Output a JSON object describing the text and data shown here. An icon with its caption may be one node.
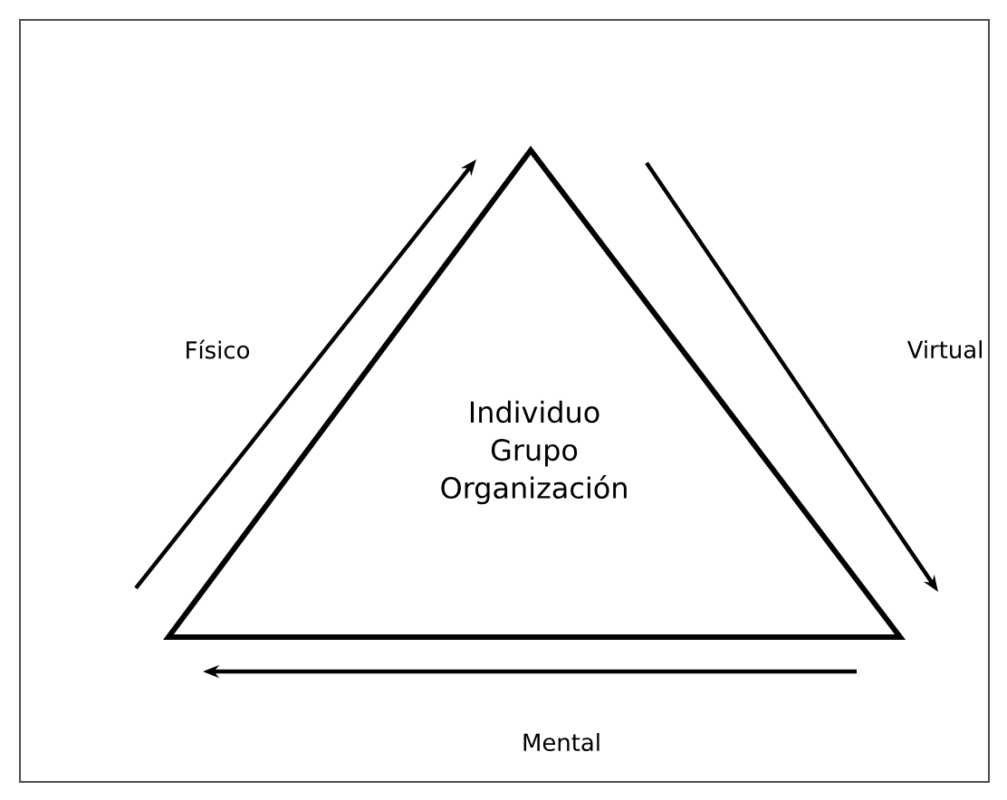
{
  "diagram": {
    "nodes": [
      {
        "text": [
          "Individuo Grupo Organización"
        ]
      }
    ],
    "labels": [
      "Físico",
      "Virtual",
      "Mental"
    ]
  }
}
